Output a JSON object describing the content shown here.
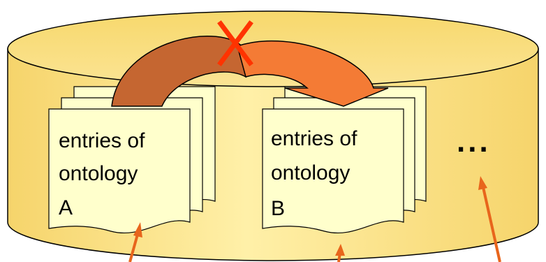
{
  "documents": [
    {
      "line1": "entries of",
      "line2": "ontology",
      "label": "A"
    },
    {
      "line1": "entries of",
      "line2": "ontology",
      "label": "B"
    }
  ],
  "ellipsis": "...",
  "colors": {
    "cylinder_fill": "#FCE58C",
    "cylinder_top": "#F7D76A",
    "document_fill": "#FFFFCC",
    "arrow_left": "#C56631",
    "arrow_right": "#F47B35",
    "cross": "#FF3300",
    "pointer": "#E8651C"
  },
  "icons": {
    "cross": "x-mark-icon"
  }
}
